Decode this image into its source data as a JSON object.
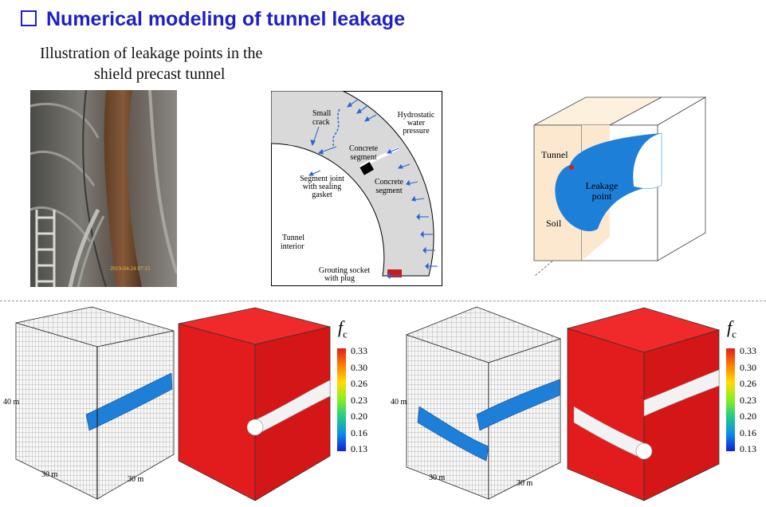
{
  "header": {
    "title": "Numerical modeling of tunnel leakage"
  },
  "top_section": {
    "photo_caption_line1": "Illustration of leakage points in the",
    "photo_caption_line2": "shield precast tunnel",
    "photo_date_stamp": "2019-04-24 07:15"
  },
  "schematic": {
    "label_small_crack_1": "Small",
    "label_small_crack_2": "crack",
    "label_hydro_1": "Hydrostatic",
    "label_hydro_2": "water",
    "label_hydro_3": "pressure",
    "label_concrete_seg_a_1": "Concrete",
    "label_concrete_seg_a_2": "segment",
    "label_joint_1": "Segment joint",
    "label_joint_2": "with sealing",
    "label_joint_3": "gasket",
    "label_concrete_seg_b_1": "Concrete",
    "label_concrete_seg_b_2": "segment",
    "label_interior_1": "Tunnel",
    "label_interior_2": "interior",
    "label_grouting_1": "Grouting socket",
    "label_grouting_2": "with plug"
  },
  "block_model": {
    "label_tunnel": "Tunnel",
    "label_leakage_1": "Leakage",
    "label_leakage_2": "point",
    "label_soil": "Soil"
  },
  "simulations": {
    "dim_height_left": "40 m",
    "dim_width_left_a": "30 m",
    "dim_width_left_b": "30 m",
    "dim_height_right": "40 m",
    "dim_width_right_a": "30 m",
    "dim_width_right_b": "30 m"
  },
  "legend": {
    "symbol": "f",
    "subscript": "c",
    "ticks": [
      "0.33",
      "0.30",
      "0.26",
      "0.23",
      "0.20",
      "0.16",
      "0.13"
    ]
  },
  "colors": {
    "title_blue": "#1f1fc8",
    "field_red": "#e21c1c",
    "tunnel_blue": "#1e7fd8",
    "soil_beige": "#fbe8cf"
  }
}
